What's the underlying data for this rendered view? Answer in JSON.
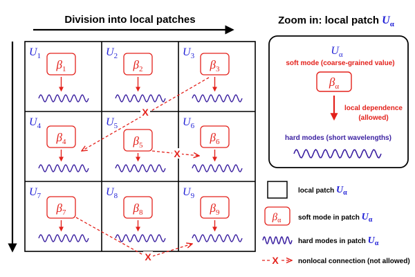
{
  "title_left": "Division into local patches",
  "title_right_prefix": "Zoom in: local patch ",
  "patches": [
    {
      "u": "U",
      "sub": "1",
      "beta": "β",
      "bsub": "1"
    },
    {
      "u": "U",
      "sub": "2",
      "beta": "β",
      "bsub": "2"
    },
    {
      "u": "U",
      "sub": "3",
      "beta": "β",
      "bsub": "3"
    },
    {
      "u": "U",
      "sub": "4",
      "beta": "β",
      "bsub": "4"
    },
    {
      "u": "U",
      "sub": "5",
      "beta": "β",
      "bsub": "5"
    },
    {
      "u": "U",
      "sub": "6",
      "beta": "β",
      "bsub": "6"
    },
    {
      "u": "U",
      "sub": "7",
      "beta": "β",
      "bsub": "7"
    },
    {
      "u": "U",
      "sub": "8",
      "beta": "β",
      "bsub": "8"
    },
    {
      "u": "U",
      "sub": "9",
      "beta": "β",
      "bsub": "9"
    }
  ],
  "cross_mark": "X",
  "zoom": {
    "u": "U",
    "sub": "α",
    "soft_mode_label": "soft mode (coarse-grained value)",
    "beta": "β",
    "bsub": "α",
    "dependence_line1": "local dependence",
    "dependence_line2": "(allowed)",
    "hard_modes_label": "hard modes (short wavelengths)"
  },
  "legend": {
    "local_patch_prefix": "local patch ",
    "soft_mode_prefix": "soft mode in patch ",
    "hard_modes_prefix": "hard modes in patch ",
    "nonlocal_label": "nonlocal connection (not allowed)",
    "u": "U",
    "sub": "α",
    "beta": "β",
    "bsub": "α",
    "x_symbol": "X"
  },
  "colors": {
    "red": "#e3211b",
    "blue": "#1f1fd6",
    "purple": "#3a1fa0",
    "black": "#000000"
  }
}
